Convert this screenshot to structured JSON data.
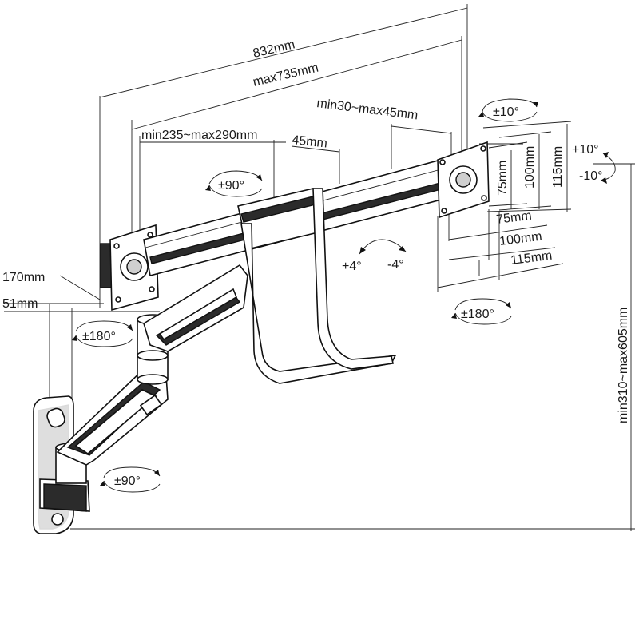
{
  "dimensions": {
    "total_width": "832mm",
    "max_span": "max735mm",
    "arm_range": "min235~max290mm",
    "arm_offset": "45mm",
    "bar_offset": "min30~max45mm",
    "vesa_75_h": "75mm",
    "vesa_100_h": "100mm",
    "vesa_115_h": "115mm",
    "vesa_75_w": "75mm",
    "vesa_100_w": "100mm",
    "vesa_115_w": "115mm",
    "wall_depth": "170mm",
    "plate_depth": "51mm",
    "height_range": "min310~max605mm"
  },
  "rotations": {
    "tilt_top": "±10°",
    "tilt_up": "+10°",
    "tilt_down": "-10°",
    "swivel_arm": "±90°",
    "tilt_bar_pos": "+4°",
    "tilt_bar_neg": "-4°",
    "swivel_right": "±180°",
    "swivel_left": "±180°",
    "swivel_base": "±90°"
  },
  "colors": {
    "line": "#111111",
    "dark_part": "#2b2b2b",
    "light_part": "#cfcfcf"
  }
}
